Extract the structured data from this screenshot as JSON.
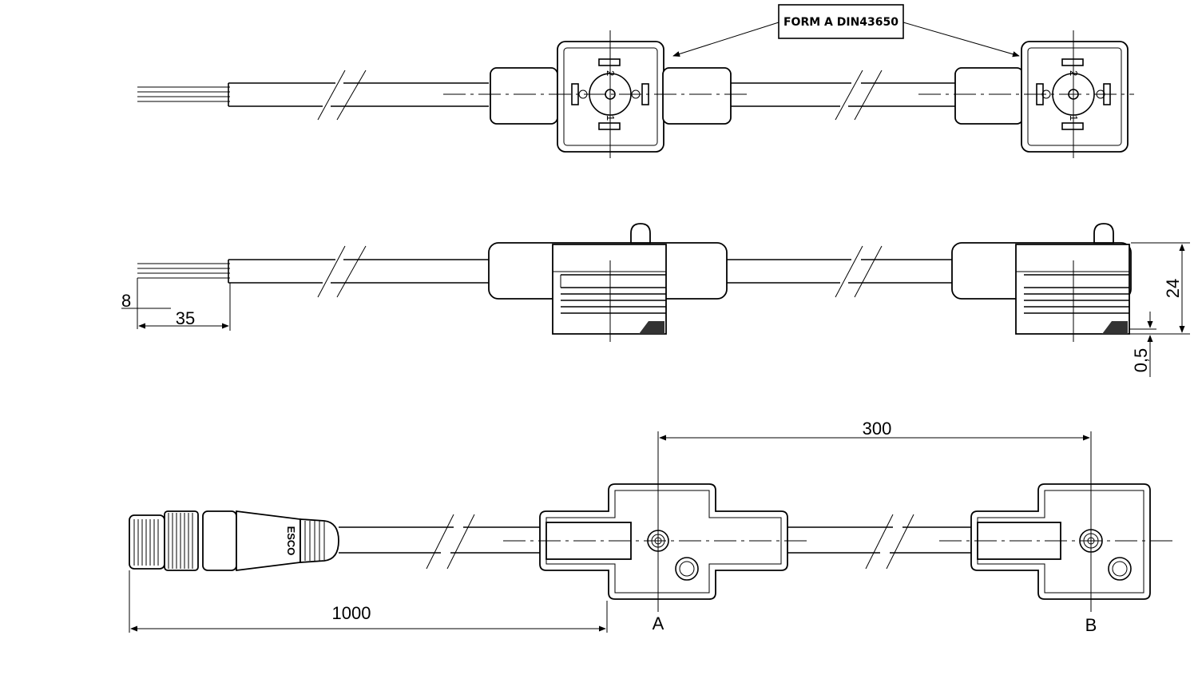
{
  "callout": {
    "label": "FORM A DIN43650"
  },
  "dimensions": {
    "wire_offset": "8",
    "strip_length": "35",
    "height": "24",
    "gap": "0,5",
    "spacing": "300",
    "cable_length": "1000"
  },
  "markers": {
    "a": "A",
    "b": "B"
  },
  "pin_labels": {
    "top": "2",
    "bottom": "1"
  },
  "brand": "ESCO"
}
